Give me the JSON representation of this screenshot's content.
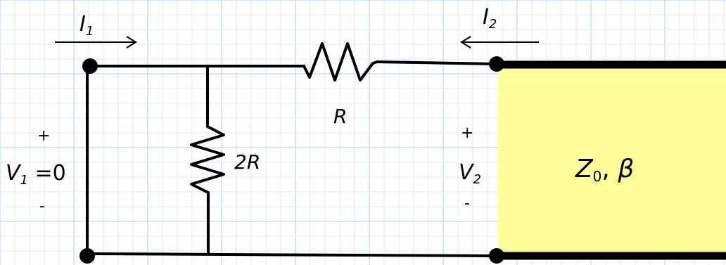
{
  "diagram": {
    "current_in_label": "I",
    "current_in_sub": "1",
    "current_out_label": "I",
    "current_out_sub": "2",
    "series_resistor_label": "R",
    "shunt_resistor_label": "2R",
    "port1_plus": "+",
    "port1_voltage": "V",
    "port1_voltage_sub": "1",
    "port1_voltage_value": " =0",
    "port1_minus": "-",
    "port2_plus": "+",
    "port2_voltage": "V",
    "port2_voltage_sub": "2",
    "port2_minus": "-",
    "line_impedance": "Z",
    "line_impedance_sub": "0",
    "line_sep": ",",
    "line_beta": "β"
  },
  "colors": {
    "grid_minor": "#dfe9f5",
    "grid_major": "#b8cde6",
    "line_fill": "#fffe99",
    "wire": "#000000"
  }
}
